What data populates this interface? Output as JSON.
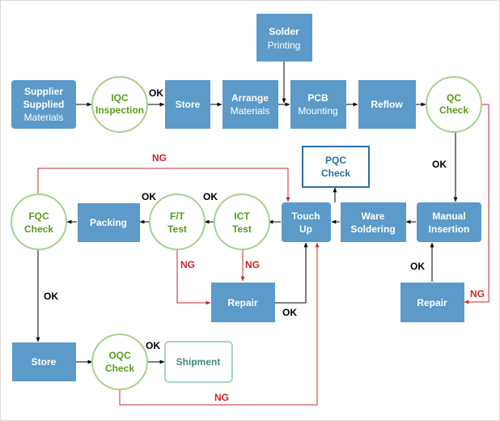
{
  "colors": {
    "box_fill": "#5b9ac9",
    "box_text": "#ffffff",
    "circle_stroke": "#a8d08d",
    "circle_text": "#5a9a1c",
    "highlight_stroke": "#2c6ea3",
    "highlight_text": "#2c6ea3",
    "shipment_stroke": "#a9d4c9",
    "shipment_text": "#3b8c7c",
    "ng_color": "#c62828",
    "ok_color": "#000000",
    "line_color": "#000000"
  },
  "nodes": {
    "supplier": {
      "line1": "Supplier",
      "line2": "Supplied",
      "line3": "Materials"
    },
    "iqc": {
      "line1": "IQC",
      "line2": "Inspection"
    },
    "store_top": {
      "label": "Store"
    },
    "arrange": {
      "line1": "Arrange",
      "line2": "Materials"
    },
    "solder": {
      "line1": "Solder",
      "line2": "Printing"
    },
    "pcb": {
      "line1": "PCB",
      "line2": "Mounting"
    },
    "reflow": {
      "label": "Reflow"
    },
    "qc": {
      "line1": "QC",
      "line2": "Check"
    },
    "pqc": {
      "line1": "PQC",
      "line2": "Check"
    },
    "manual": {
      "line1": "Manual",
      "line2": "Insertion"
    },
    "ware": {
      "line1": "Ware",
      "line2": "Soldering"
    },
    "touch": {
      "line1": "Touch",
      "line2": "Up"
    },
    "ict": {
      "line1": "ICT",
      "line2": "Test"
    },
    "ft": {
      "line1": "F/T",
      "line2": "Test"
    },
    "packing": {
      "label": "Packing"
    },
    "fqc": {
      "line1": "FQC",
      "line2": "Check"
    },
    "repair_mid": {
      "label": "Repair"
    },
    "repair_right": {
      "label": "Repair"
    },
    "store_bottom": {
      "label": "Store"
    },
    "oqc": {
      "line1": "OQC",
      "line2": "Check"
    },
    "shipment": {
      "label": "Shipment"
    }
  },
  "edge_labels": {
    "iqc_store_ok": "OK",
    "qc_manual_ok": "OK",
    "qc_repair_ng": "NG",
    "repair_manual_ok": "OK",
    "ict_ft_ok": "OK",
    "ft_packing_ok": "OK",
    "fqc_touch_ng": "NG",
    "ft_repair_ng": "NG",
    "ict_repair_ng": "NG",
    "repair_touch_ok": "OK",
    "fqc_store_ok": "OK",
    "oqc_shipment_ok": "OK",
    "oqc_touch_ng": "NG"
  }
}
